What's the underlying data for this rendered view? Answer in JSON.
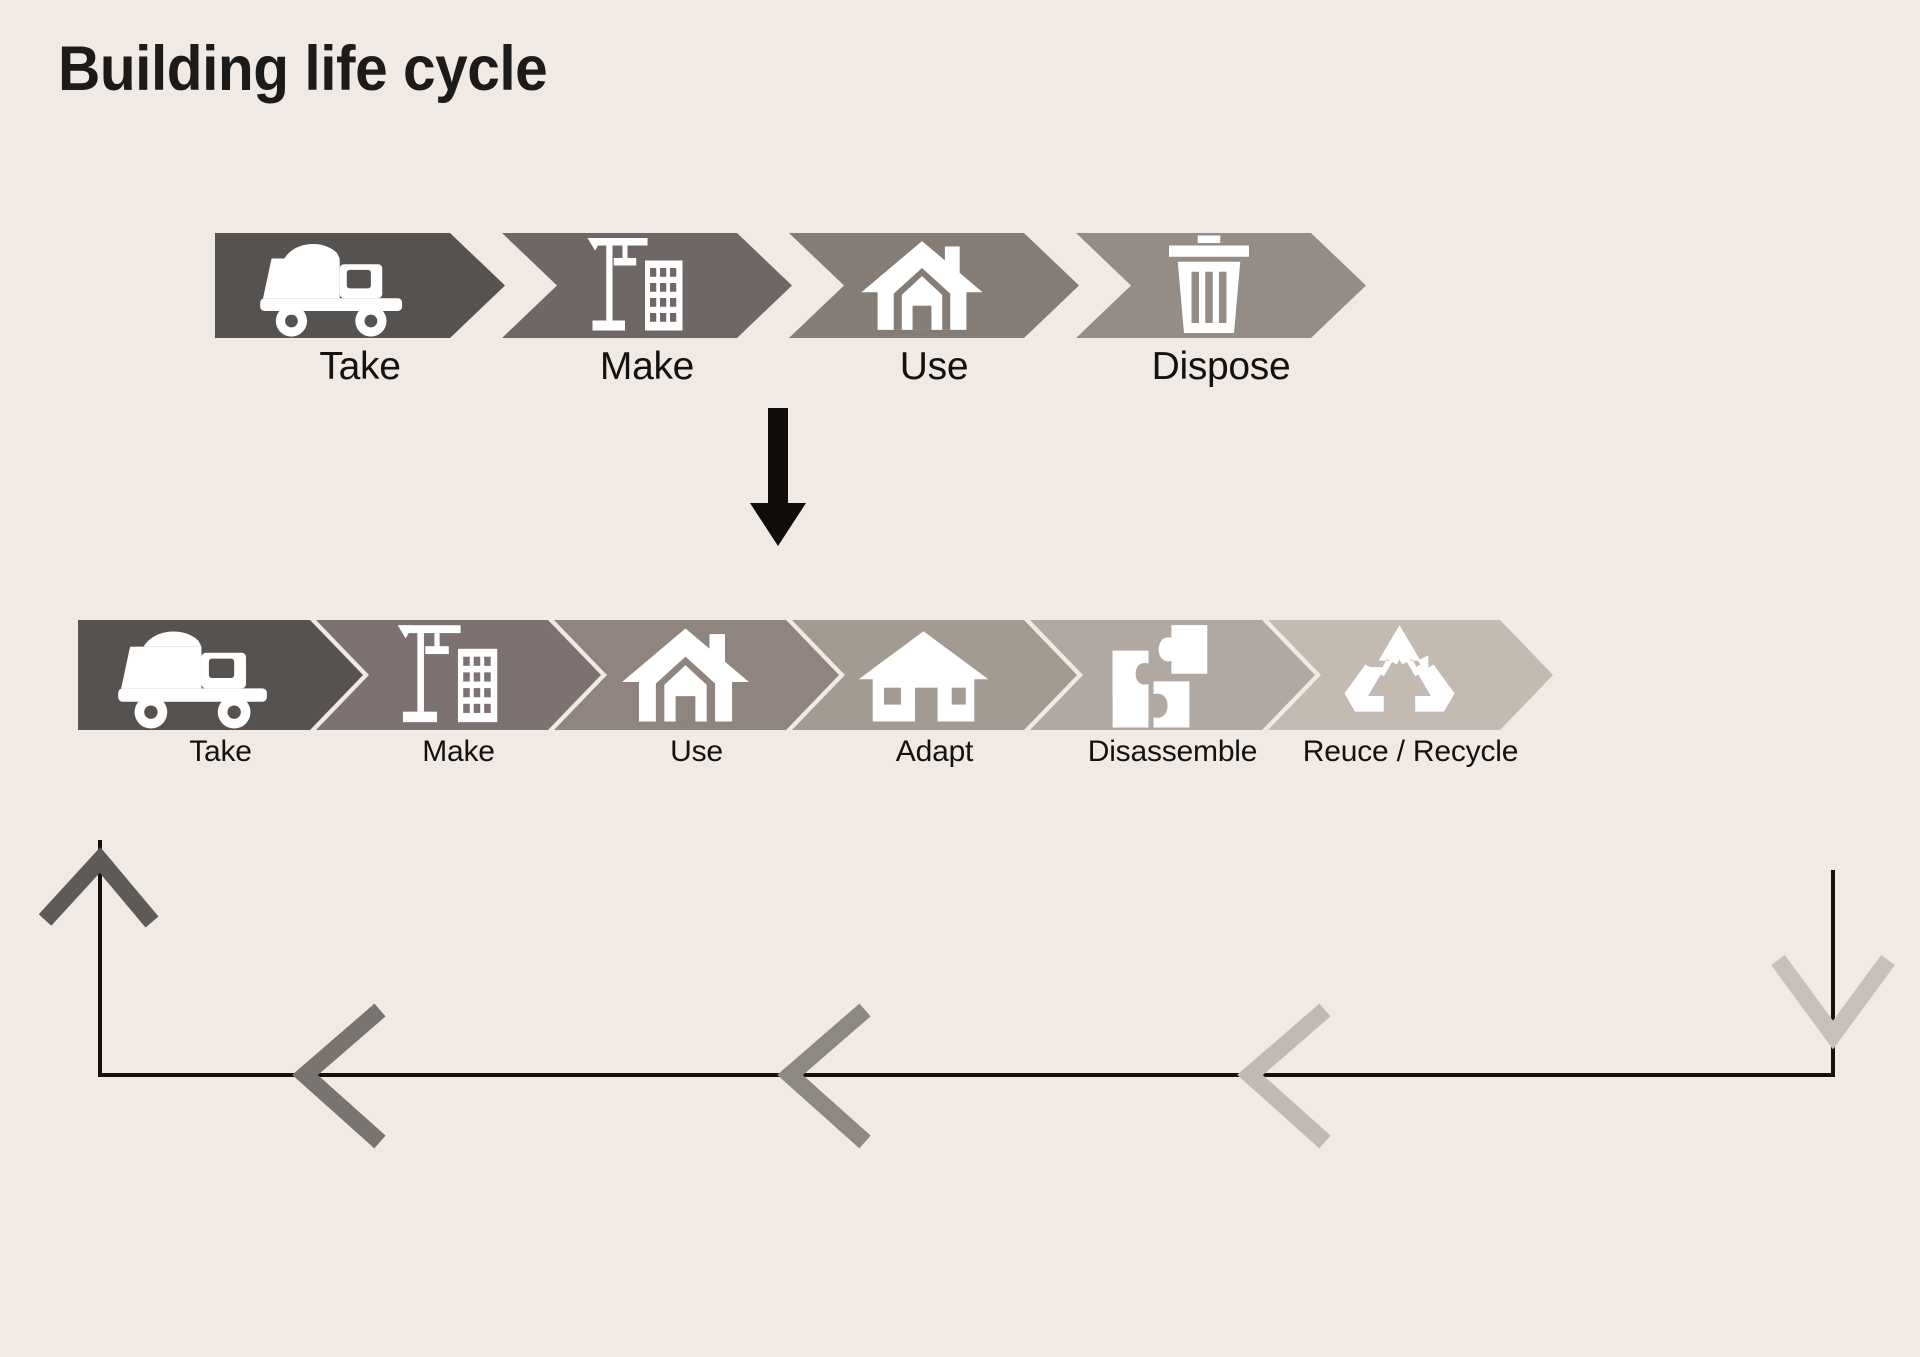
{
  "page": {
    "title": "Building life cycle",
    "background_color": "#f0e9e4",
    "text_color": "#131211"
  },
  "linear_flow": {
    "name": "take-make-use-dispose",
    "stages": [
      {
        "label": "Take",
        "icon": "dump-truck-icon",
        "color": "#56524f"
      },
      {
        "label": "Make",
        "icon": "crane-icon",
        "color": "#6f6765"
      },
      {
        "label": "Use",
        "icon": "house-icon",
        "color": "#847c75"
      },
      {
        "label": "Dispose",
        "icon": "trash-bin-icon",
        "color": "#958d85"
      }
    ]
  },
  "transition": {
    "icon": "down-arrow-icon",
    "color": "#100c0a"
  },
  "circular_flow": {
    "name": "circular-building-life-cycle",
    "stages": [
      {
        "label": "Take",
        "icon": "dump-truck-icon",
        "color": "#56524f"
      },
      {
        "label": "Make",
        "icon": "crane-icon",
        "color": "#7d7271"
      },
      {
        "label": "Use",
        "icon": "house-icon",
        "color": "#8f857e"
      },
      {
        "label": "Adapt",
        "icon": "house-window-icon",
        "color": "#a39a92"
      },
      {
        "label": "Disassemble",
        "icon": "puzzle-pieces-icon",
        "color": "#b1a9a1"
      },
      {
        "label": "Reuce / Recycle",
        "icon": "recycle-icon",
        "color": "#c3bbb2"
      }
    ],
    "feedback_loop": {
      "name": "return-loop",
      "line_color": "#16100d",
      "arrowheads": [
        {
          "name": "loop-arrowhead-up-left",
          "color": "#5e5a57",
          "direction": "up"
        },
        {
          "name": "loop-arrowhead-left-1",
          "color": "#7a7471",
          "direction": "left"
        },
        {
          "name": "loop-arrowhead-left-2",
          "color": "#8d8882",
          "direction": "left"
        },
        {
          "name": "loop-arrowhead-left-3",
          "color": "#c0bab3",
          "direction": "left"
        },
        {
          "name": "loop-arrowhead-down-right",
          "color": "#c6c0b9",
          "direction": "down"
        }
      ]
    }
  }
}
